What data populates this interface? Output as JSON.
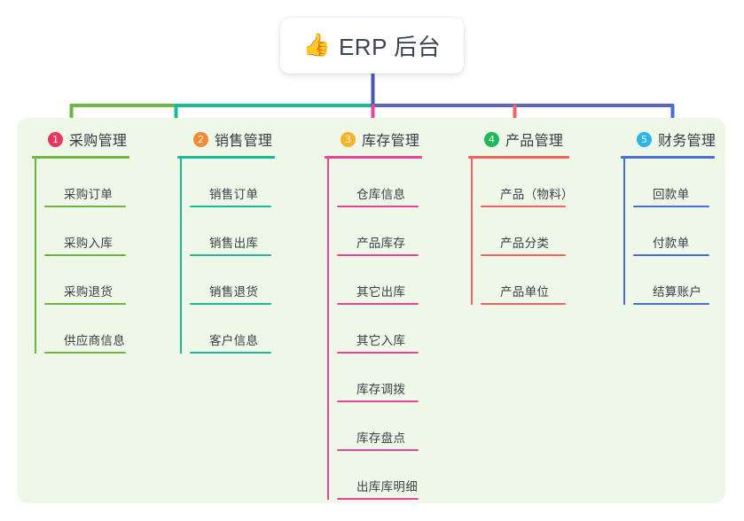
{
  "root": {
    "icon": "thumbs-up-icon",
    "icon_glyph": "👍",
    "title": "ERP 后台"
  },
  "palette": {
    "panel_bg": "#eef7e8",
    "page_bg": "#ffffff",
    "root_line": "#4a55b5",
    "green": "#6fb544",
    "teal": "#19b99a",
    "pink": "#e8449a",
    "red": "#f2635e",
    "blue": "#4a6fd0"
  },
  "columns": [
    {
      "index": "1",
      "badge_glyph": "1",
      "badge_color": "#e8365c",
      "line_color": "#6fb544",
      "title": "采购管理",
      "items": [
        "采购订单",
        "采购入库",
        "采购退货",
        "供应商信息"
      ]
    },
    {
      "index": "2",
      "badge_glyph": "2",
      "badge_color": "#f58a34",
      "line_color": "#19b99a",
      "title": "销售管理",
      "items": [
        "销售订单",
        "销售出库",
        "销售退货",
        "客户信息"
      ]
    },
    {
      "index": "3",
      "badge_glyph": "3",
      "badge_color": "#f5b325",
      "line_color": "#e8449a",
      "title": "库存管理",
      "items": [
        "仓库信息",
        "产品库存",
        "其它出库",
        "其它入库",
        "库存调拨",
        "库存盘点",
        "出库库明细"
      ]
    },
    {
      "index": "4",
      "badge_glyph": "4",
      "badge_color": "#1eb95a",
      "line_color": "#f2635e",
      "title": "产品管理",
      "items": [
        "产品（物料）",
        "产品分类",
        "产品单位"
      ]
    },
    {
      "index": "5",
      "badge_glyph": "5",
      "badge_color": "#2ab6e8",
      "line_color": "#4a6fd0",
      "title": "财务管理",
      "items": [
        "回款单",
        "付款单",
        "结算账户"
      ]
    }
  ],
  "layout": {
    "column_x": [
      36,
      200,
      366,
      528,
      700
    ],
    "head_rule_width": [
      110,
      110,
      110,
      114,
      106
    ],
    "leaf_rule_width": [
      92,
      92,
      92,
      96,
      86
    ]
  }
}
